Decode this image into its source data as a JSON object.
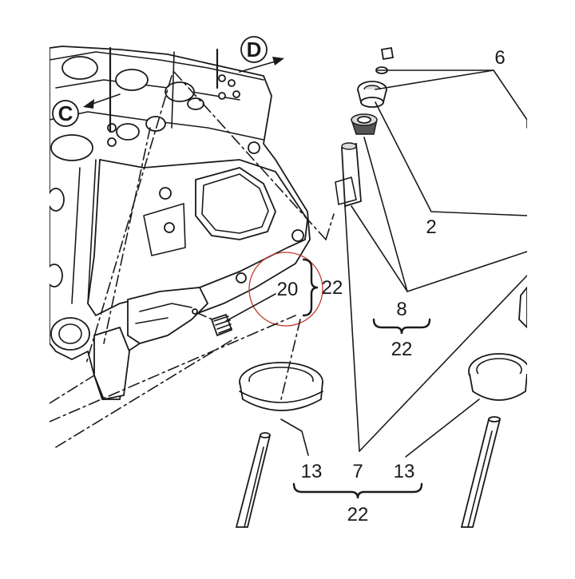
{
  "view_labels": {
    "c": "C",
    "d": "D"
  },
  "callouts": {
    "c6": "6",
    "c2": "2",
    "c8": "8",
    "c8_group": "22",
    "c20": "20",
    "c20_group": "22",
    "c13_left": "13",
    "c7": "7",
    "c13_right": "13",
    "c_bottom_group": "22"
  },
  "colors": {
    "line": "#1a1a1a",
    "highlight_circle": "#c0392b"
  }
}
